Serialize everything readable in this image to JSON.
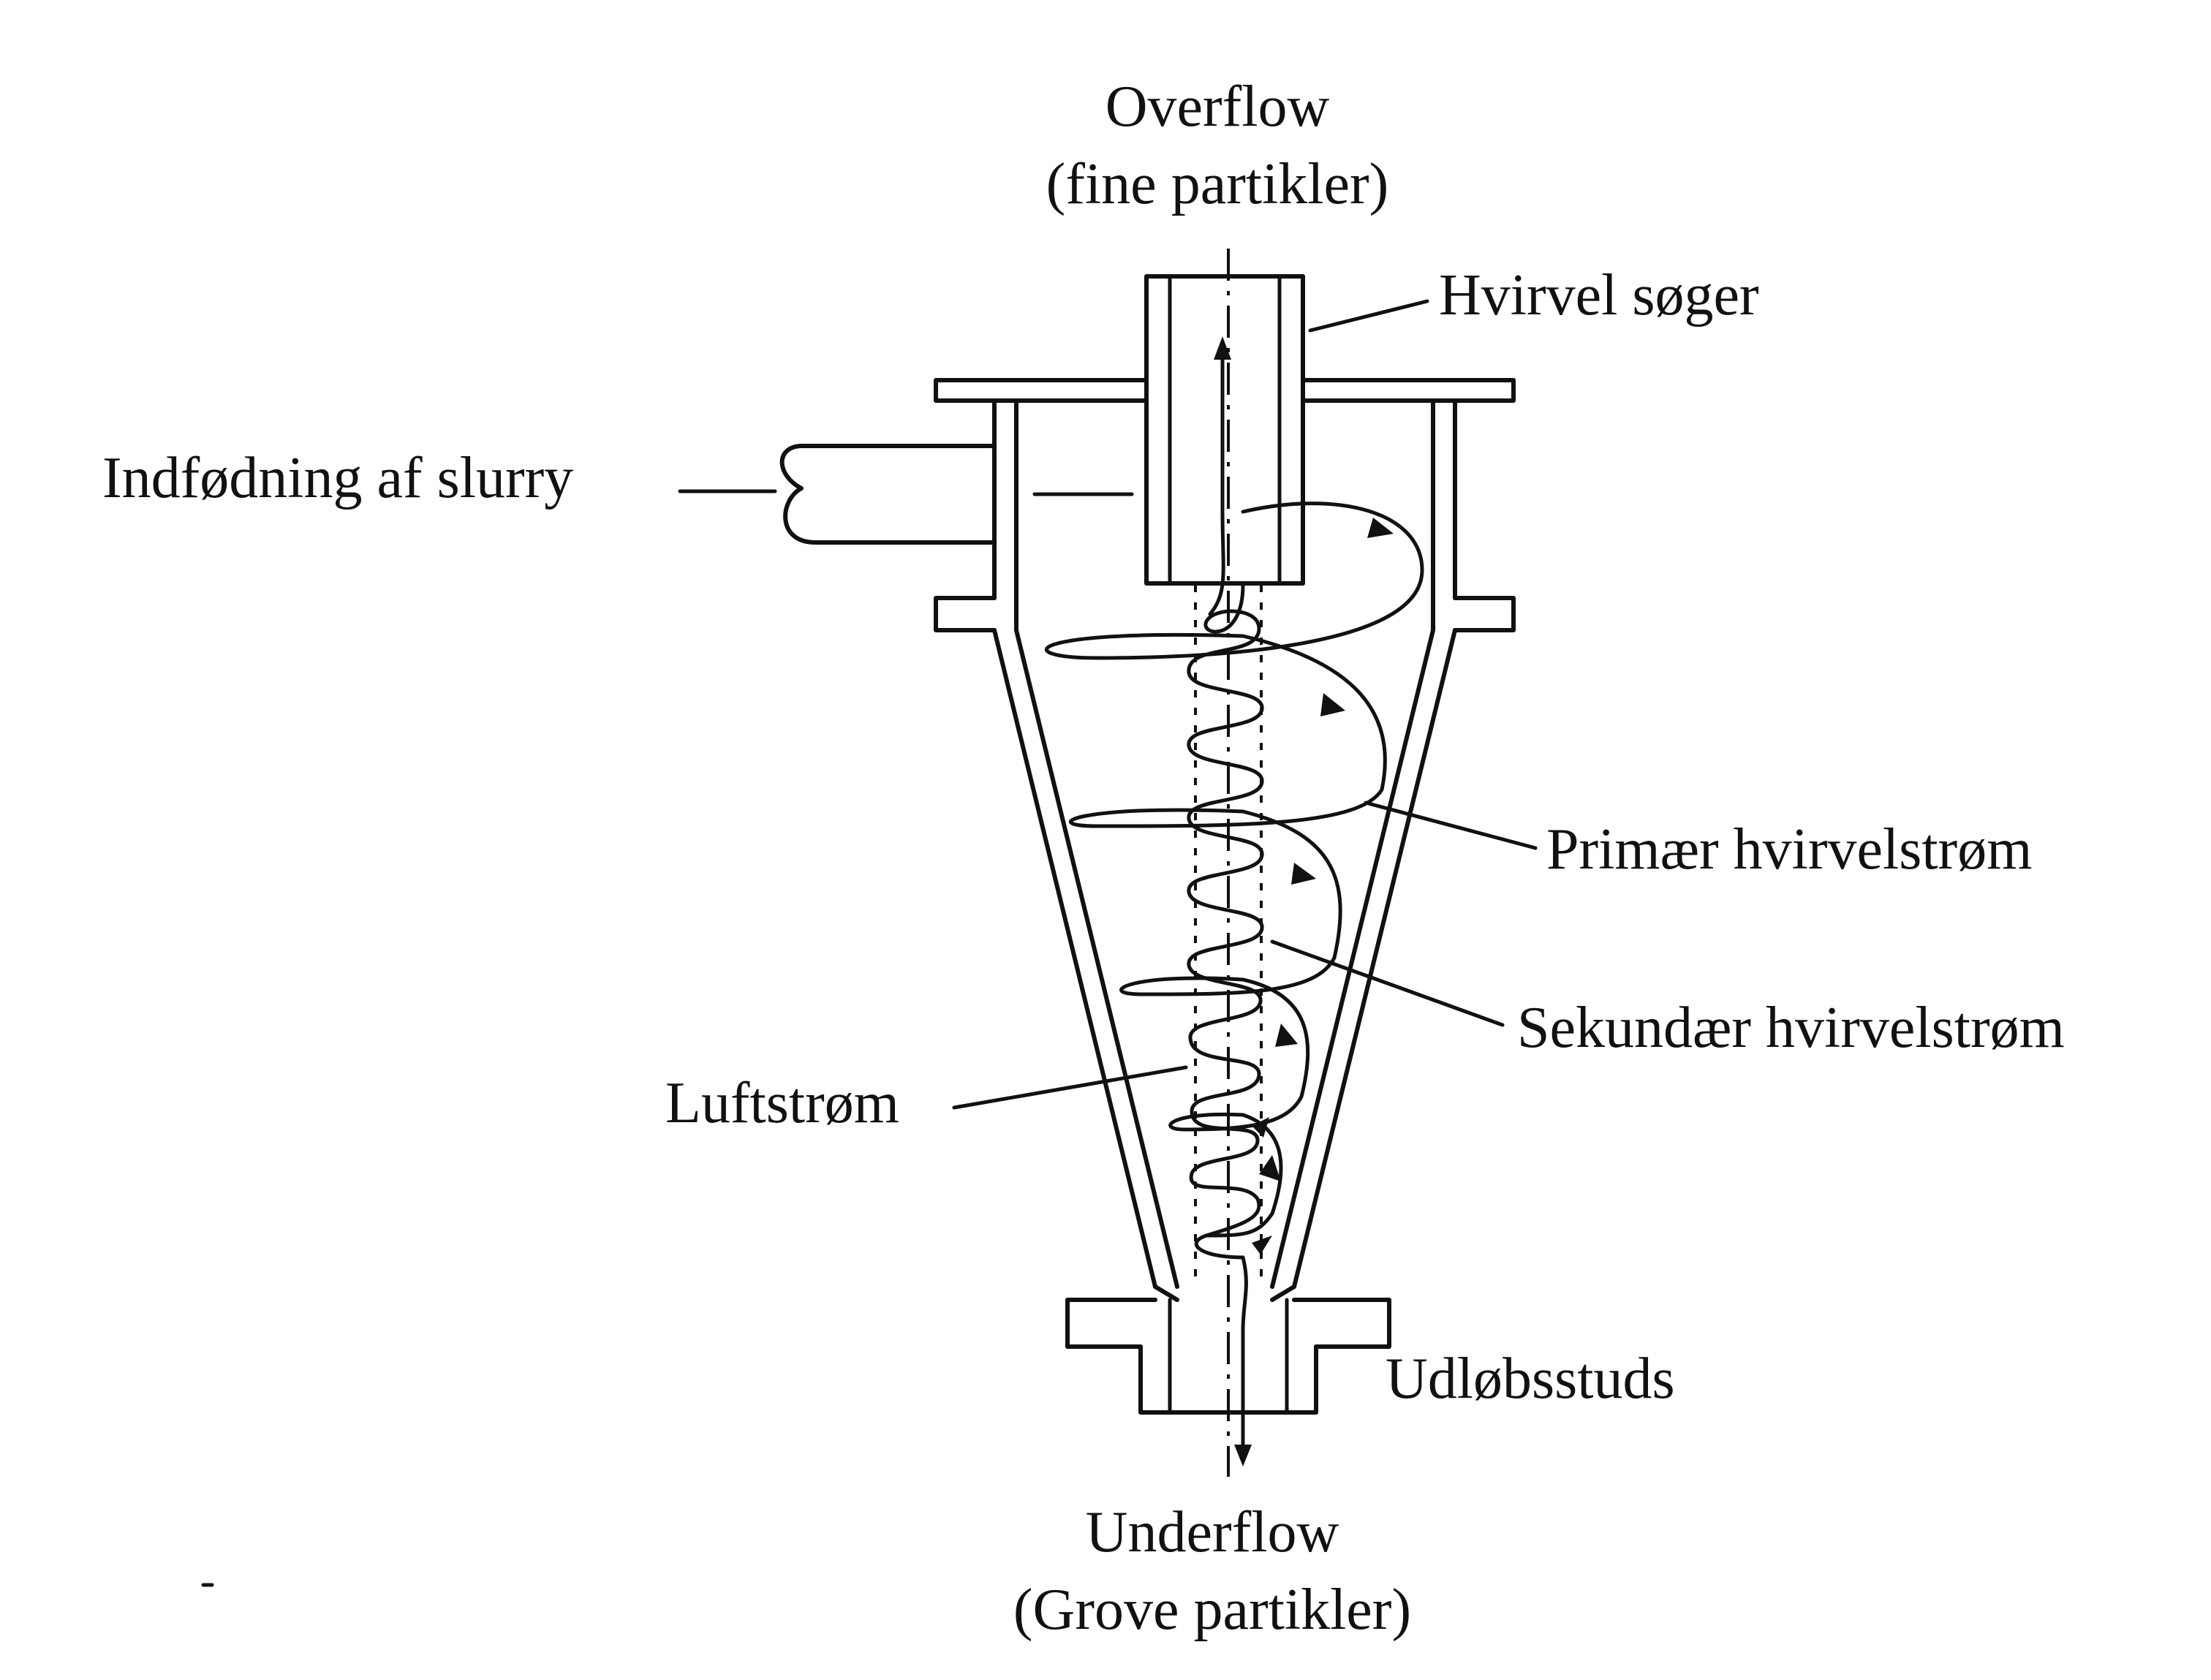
{
  "labels": {
    "overflow": "Overflow",
    "overflow_sub": "(fine partikler)",
    "vortex_finder": "Hvirvel søger",
    "feed": "Indfødning af slurry",
    "primary_vortex": "Primær hvirvelstrøm",
    "secondary_vortex": "Sekundær hvirvelstrøm",
    "air_core": "Luftstrøm",
    "spigot": "Udløbsstuds",
    "underflow": "Underflow",
    "underflow_sub": "(Grove partikler)"
  }
}
